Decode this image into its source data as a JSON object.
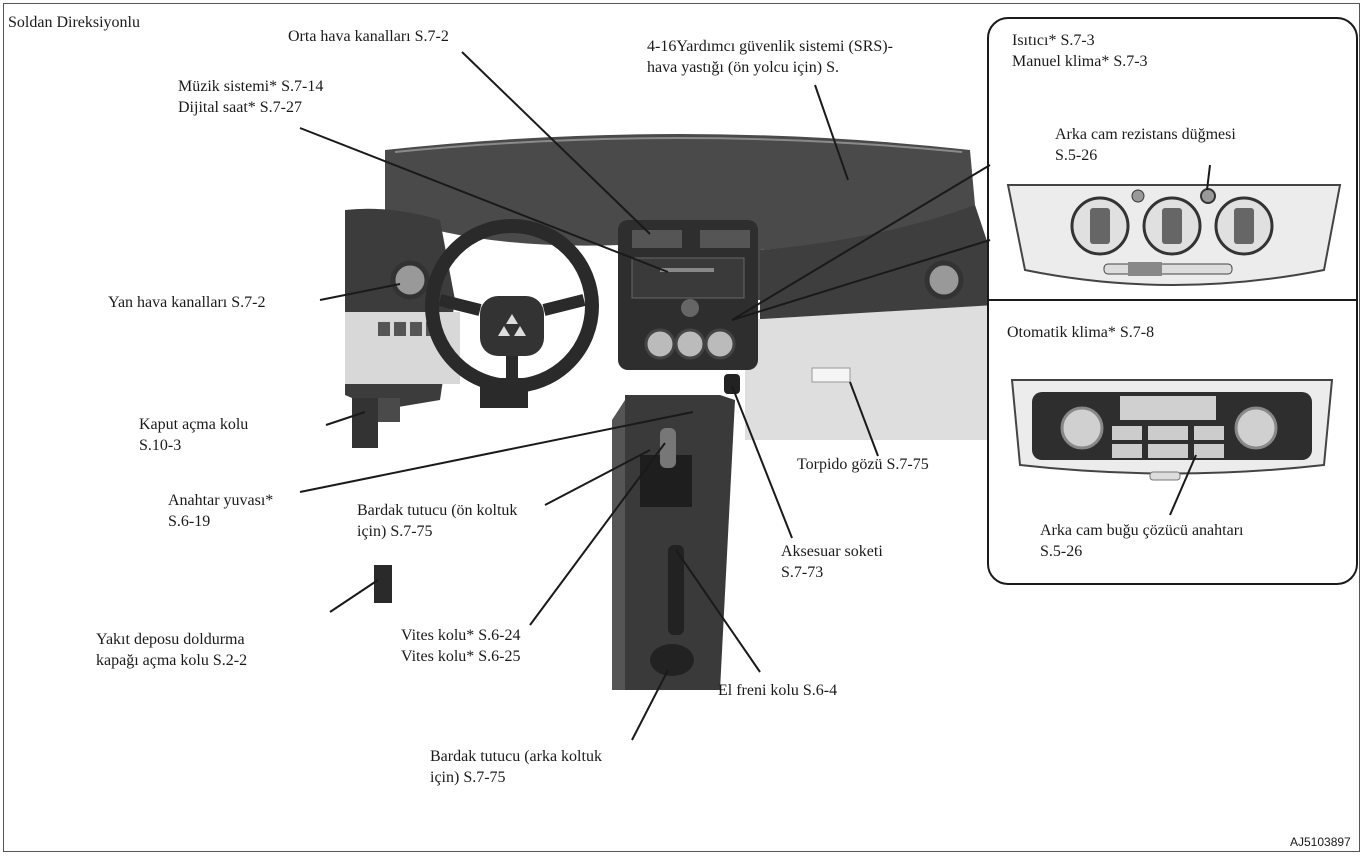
{
  "section_title": "Soldan Direksiyonlu",
  "figure_code": "AJ5103897",
  "callouts": {
    "center_vents": "Orta hava kanalları S.7-2",
    "srs_airbag": "4-16Yardımcı güvenlik sistemi (SRS)-\nhava yastığı (ön yolcu için) S.",
    "music_clock": "Müzik sistemi* S.7-14\nDijital saat* S.7-27",
    "side_vents": "Yan hava kanalları S.7-2",
    "hood_release": "Kaput açma kolu\nS.10-3",
    "key_slot": "Anahtar yuvası*\nS.6-19",
    "cup_holder_front": "Bardak tutucu (ön koltuk\niçin) S.7-75",
    "fuel_door": "Yakıt deposu doldurma\nkapağı açma kolu S.2-2",
    "shift_lever": "Vites kolu* S.6-24\nVites kolu* S.6-25",
    "parking_brake": "El freni kolu S.6-4",
    "cup_holder_rear": "Bardak tutucu (arka koltuk\niçin) S.7-75",
    "accessory_socket": "Aksesuar soketi\nS.7-73",
    "glove_box": "Torpido gözü S.7-75"
  },
  "inset": {
    "heater_manual": "Isıtıcı* S.7-3\nManuel klima* S.7-3",
    "rear_defog_switch": "Arka cam rezistans düğmesi\nS.5-26",
    "auto_climate": "Otomatik klima* S.7-8",
    "rear_defog_auto": "Arka cam buğu çözücü anahtarı\nS.5-26"
  },
  "colors": {
    "line": "#1a1a1a",
    "dash_dark": "#3a3a3a",
    "dash_mid": "#6a6a6a",
    "trim_light": "#d8d8d8",
    "panel_light": "#ececec"
  }
}
